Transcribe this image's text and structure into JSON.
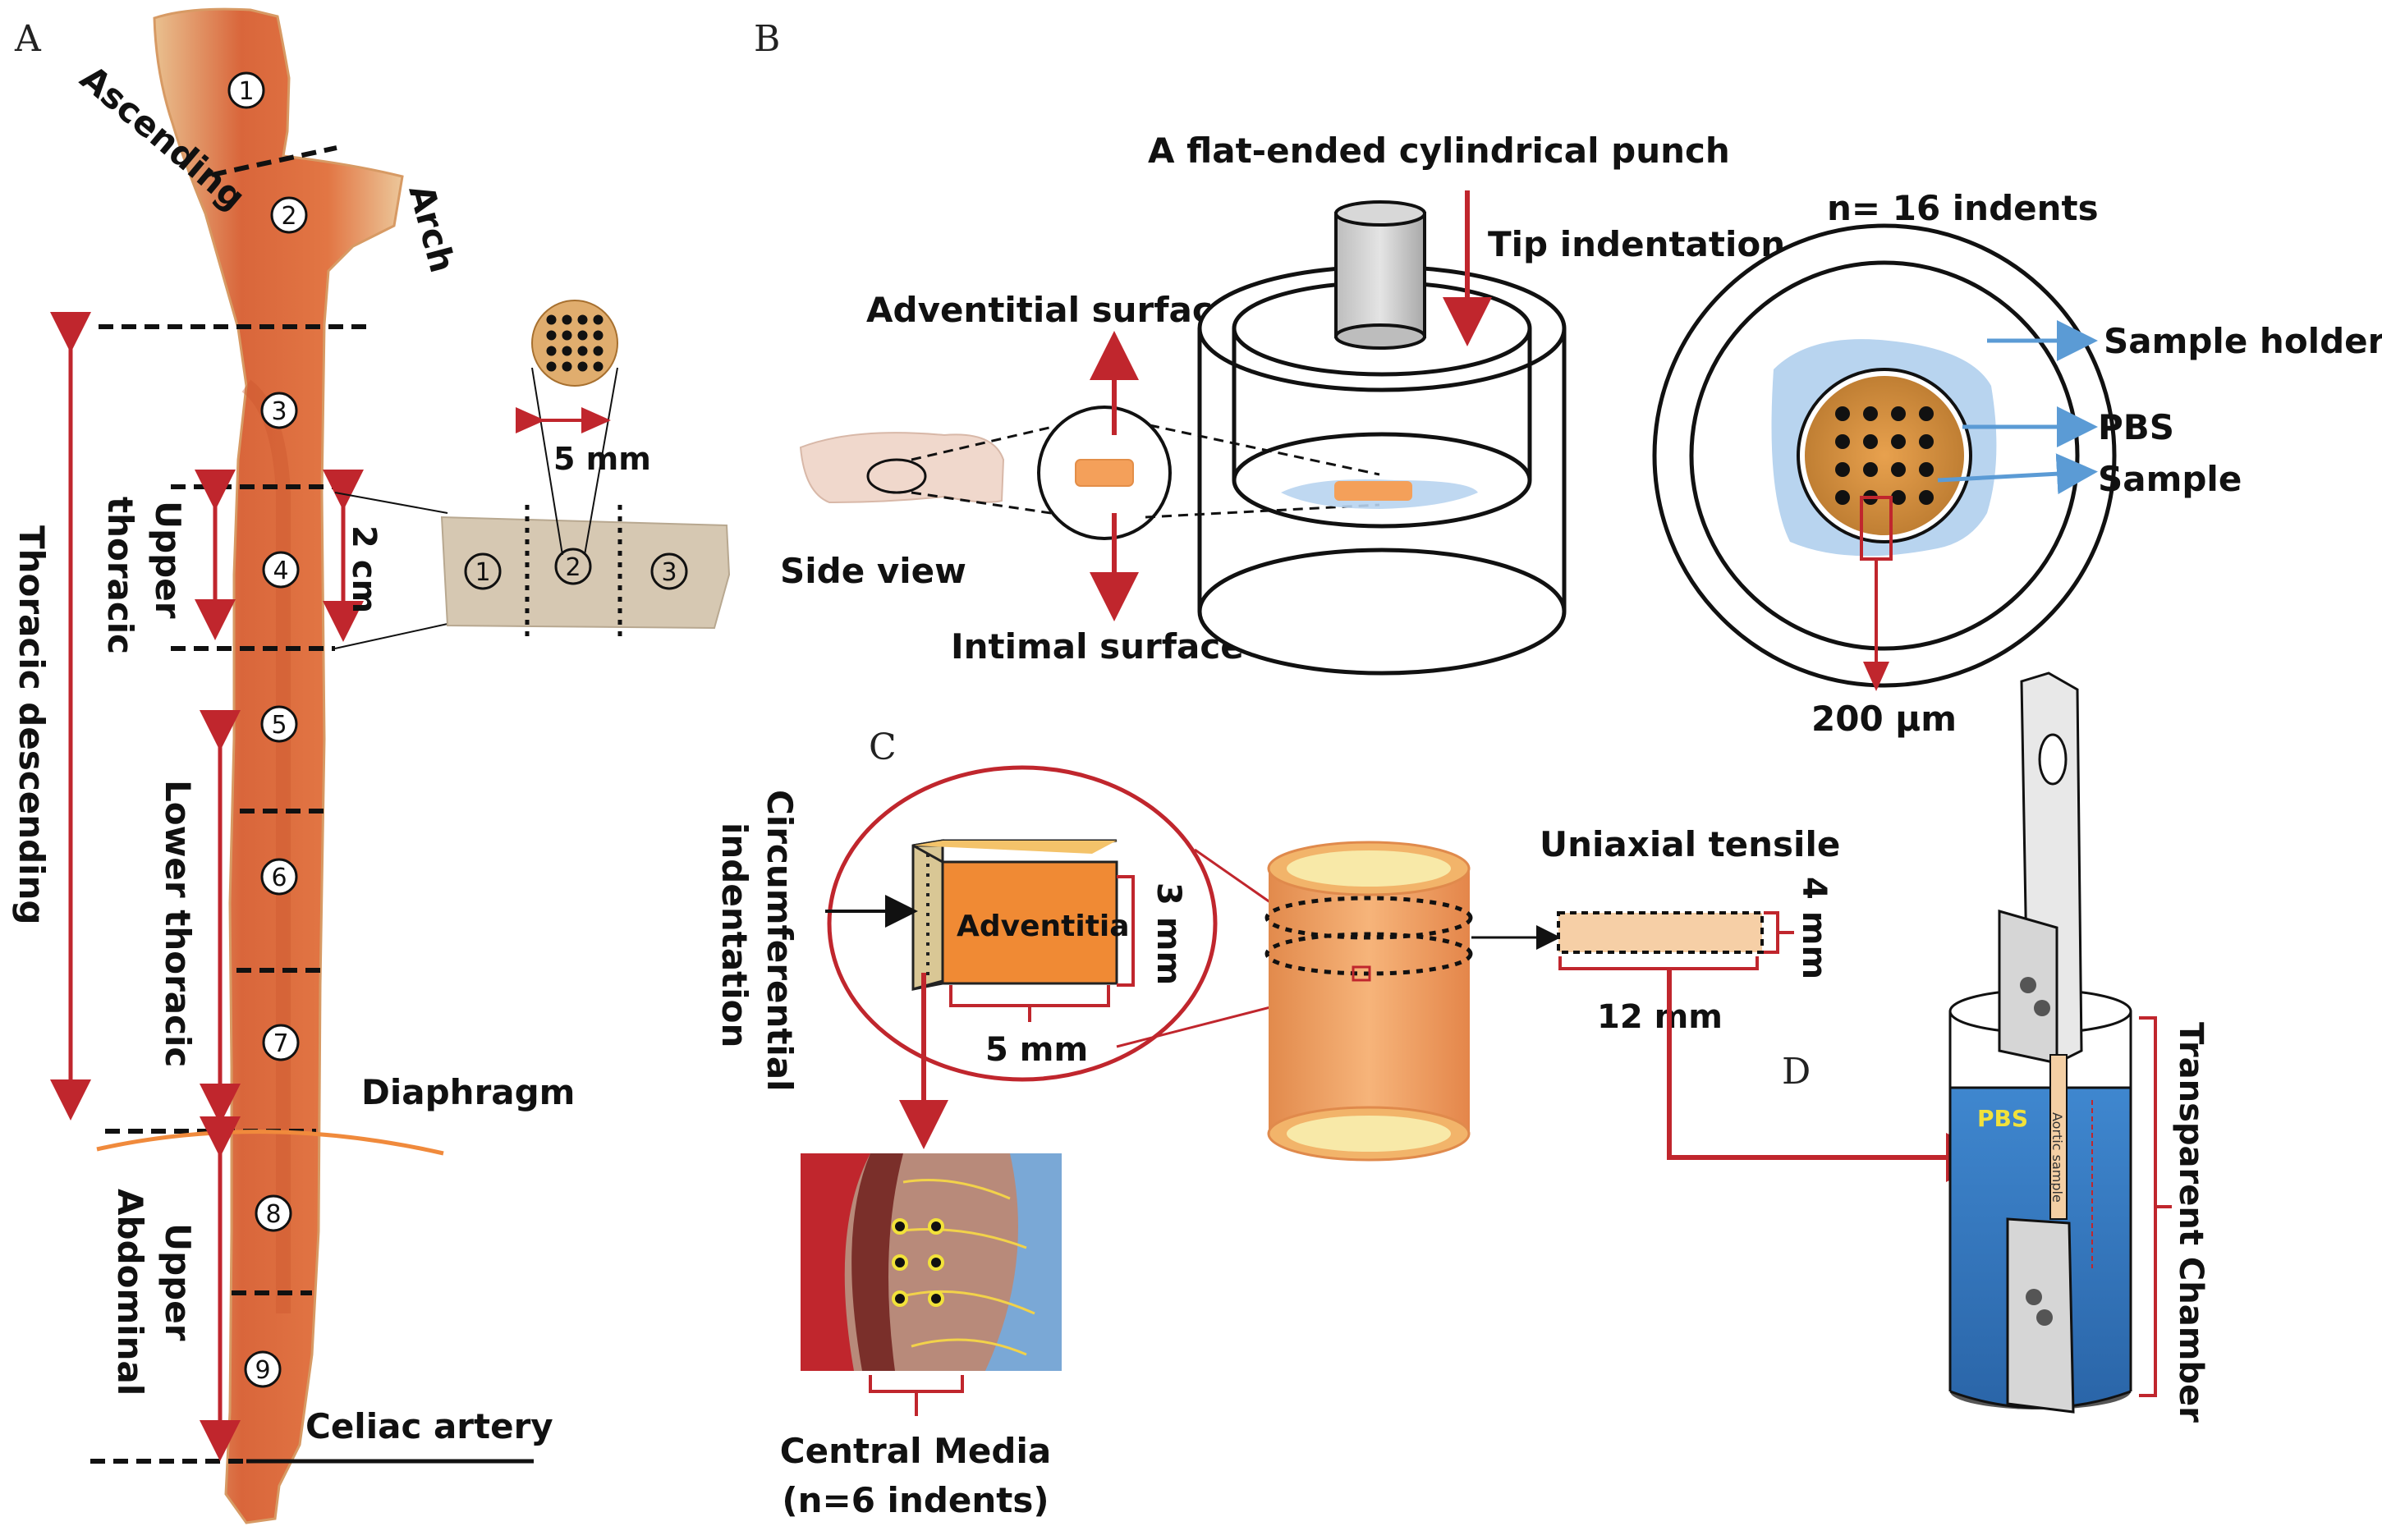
{
  "panels": {
    "a": "A",
    "b": "B",
    "c": "C",
    "d": "D"
  },
  "panel_a": {
    "region_labels": {
      "ascending": "Ascending",
      "arch": "Arch",
      "upper_thoracic": [
        "Upper",
        "thoracic"
      ],
      "thoracic_descending": "Thoracic descending",
      "lower_thoracic": "Lower thoracic",
      "upper_abdominal": [
        "Upper",
        "Abdominal"
      ],
      "diaphragm": "Diaphragm",
      "celiac_artery": "Celiac artery"
    },
    "segment_numbers": [
      "1",
      "2",
      "3",
      "4",
      "5",
      "6",
      "7",
      "8",
      "9"
    ],
    "strip_numbers": [
      "1",
      "2",
      "3"
    ],
    "strip_length": "2 cm",
    "disc_diameter": "5 mm"
  },
  "panel_b": {
    "punch_label": "A flat-ended cylindrical punch",
    "tip_label": "Tip indentation",
    "adventitial_label": "Adventitial surface",
    "intimal_label": "Intimal surface",
    "side_view_label": "Side view",
    "indents_label": "n= 16 indents",
    "sample_holder_label": "Sample holder",
    "pbs_label": "PBS",
    "sample_label": "Sample",
    "spacing_label": "200 µm"
  },
  "panel_c": {
    "circumferential_label": [
      "Circumferential",
      "indentation"
    ],
    "adventitia_label": "Adventitia",
    "height_label": "3 mm",
    "width_label": "5 mm",
    "uniaxial_label": "Uniaxial tensile",
    "strip_width_label": "4 mm",
    "strip_length_label": "12 mm",
    "central_media_label": [
      "Central Media",
      "(n=6 indents)"
    ]
  },
  "panel_d": {
    "chamber_label": "Transparent Chamber",
    "pbs_label": "PBS",
    "aortic_sample_label": "Aortic sample"
  },
  "colors": {
    "red_arrow": "#c0262d",
    "blue_arrow": "#5b9bd5",
    "tissue": "#e08a52",
    "chamber_fluid": "#3a7fc4",
    "diaphragm_line": "#f08a3c",
    "pbs_text": "#f2e23a"
  },
  "icons": {
    "arrow": "arrow-icon",
    "dashed_cut": "dashed-cut-line"
  }
}
